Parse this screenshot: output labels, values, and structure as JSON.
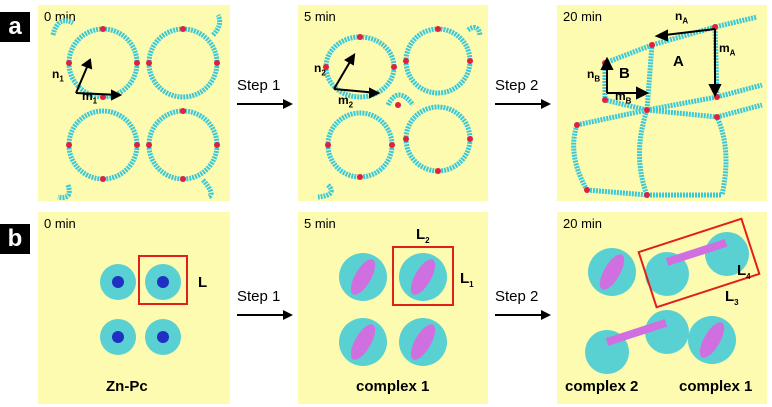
{
  "rows": [
    {
      "label": "a"
    },
    {
      "label": "b"
    }
  ],
  "steps": {
    "step1": "Step 1",
    "step2": "Step 2"
  },
  "panels": {
    "a1": {
      "time": "0 min",
      "n": "n",
      "n_sub": "1",
      "m": "m",
      "m_sub": "1"
    },
    "a2": {
      "time": "5 min",
      "n": "n",
      "n_sub": "2",
      "m": "m",
      "m_sub": "2"
    },
    "a3": {
      "time": "20 min",
      "nA": "n",
      "nA_sub": "A",
      "mA": "m",
      "mA_sub": "A",
      "nB": "n",
      "nB_sub": "B",
      "mB": "m",
      "mB_sub": "B",
      "A": "A",
      "B": "B"
    },
    "b1": {
      "time": "0 min",
      "L": "L",
      "caption": "Zn-Pc"
    },
    "b2": {
      "time": "5 min",
      "L1": "L",
      "L1_sub": "1",
      "L2": "L",
      "L2_sub": "2",
      "caption": "complex 1"
    },
    "b3": {
      "time": "20 min",
      "L3": "L",
      "L3_sub": "3",
      "L4": "L",
      "L4_sub": "4",
      "caption_left": "complex 2",
      "caption_right": "complex 1"
    }
  },
  "colors": {
    "panel_bg": "#fdfbb0",
    "molecule": "#3cc8d8",
    "highlight_box": "#e0201c",
    "oxygen": "#e0203c",
    "center": "#2030c0",
    "complex": "#d070e0"
  }
}
